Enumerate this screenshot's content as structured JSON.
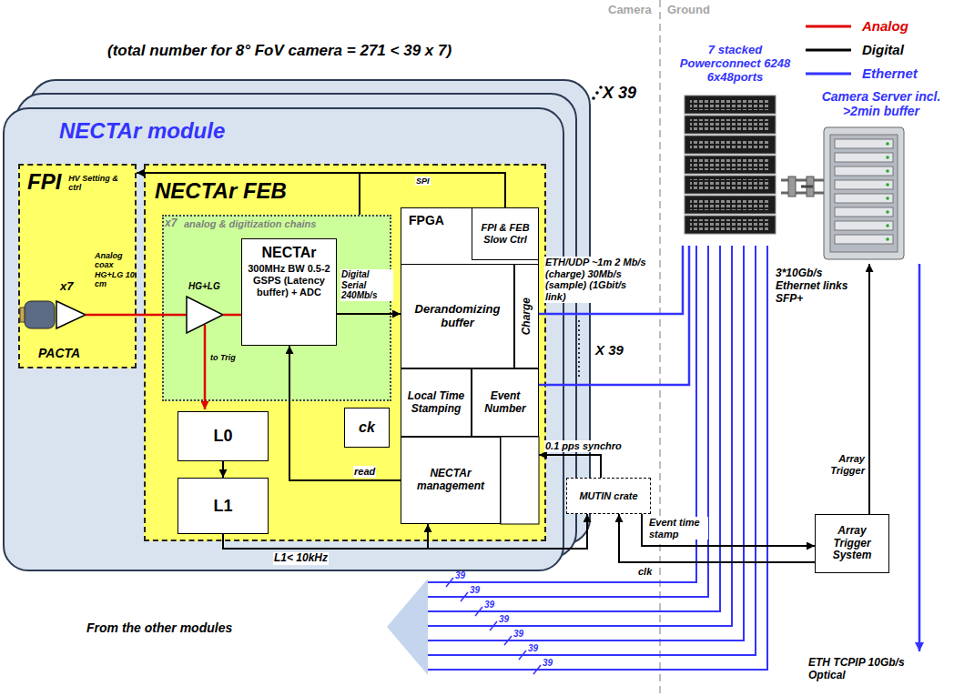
{
  "diagram": {
    "title": "(total number for 8° FoV camera = 271 < 39 x 7)",
    "nodes": [
      {
        "text": [
          "NECTAr module"
        ]
      },
      {
        "text": [
          "FPI",
          "HV Setting & ctrl"
        ],
        "in": 0
      },
      {
        "text": [
          "NECTAr FEB"
        ],
        "in": 0
      },
      {
        "text": [
          "analog & digitization chains"
        ],
        "in": 2
      },
      {
        "text": [
          "NECTAr",
          "300MHz BW 0.5-2 GSPS (Latency buffer) + ADC"
        ],
        "in": 3
      },
      {
        "text": [
          "FPGA"
        ],
        "in": 2
      },
      {
        "text": [
          "FPI & FEB Slow Ctrl"
        ],
        "in": 5
      },
      {
        "text": [
          "Derandomizing buffer"
        ],
        "in": 5
      },
      {
        "text": [
          "Charge"
        ],
        "in": 5
      },
      {
        "text": [
          "Local Time Stamping"
        ],
        "in": 5
      },
      {
        "text": [
          "Event Number"
        ],
        "in": 5
      },
      {
        "text": [
          "NECTAr management"
        ],
        "in": 5
      },
      {
        "text": [
          "ck"
        ],
        "in": 2
      },
      {
        "text": [
          "L0"
        ],
        "in": 0
      },
      {
        "text": [
          "L1"
        ],
        "in": 0
      },
      {
        "text": [
          "7 stacked Powerconnect 6248 6x48ports"
        ]
      },
      {
        "text": [
          "Camera Server incl. >2min buffer"
        ]
      },
      {
        "text": [
          "MUTIN crate"
        ]
      },
      {
        "text": [
          "Array Trigger System"
        ]
      }
    ],
    "edges": [
      {
        "from": 4,
        "to": 7,
        "arrow": "to",
        "label": "Digital Serial 240Mb/s"
      },
      {
        "from": 6,
        "to": 1,
        "arrow": "to",
        "label": "SPI"
      },
      {
        "from": 6,
        "to": 3,
        "arrow": "none"
      },
      {
        "from": 13,
        "to": 14,
        "arrow": "to"
      },
      {
        "from": 14,
        "to": 11,
        "arrow": "to",
        "label": "L1< 10kHz"
      },
      {
        "from": 14,
        "to": 17,
        "arrow": "to"
      },
      {
        "from": 11,
        "to": 4,
        "arrow": "to",
        "label": "read"
      },
      {
        "from": 5,
        "to": 15,
        "arrow": "none",
        "label": "ETH/UDP ~1m 2 Mb/s (charge) 30Mb/s (sample) (1Gbit/s link)"
      },
      {
        "from": 17,
        "to": 5,
        "arrow": "to",
        "label": "0.1 pps synchro"
      },
      {
        "from": 17,
        "to": 18,
        "arrow": "to",
        "label": "Event time stamp"
      },
      {
        "from": 18,
        "to": 17,
        "arrow": "to",
        "label": "clk"
      },
      {
        "from": 18,
        "to": 16,
        "arrow": "to",
        "label": "Array Trigger"
      },
      {
        "from": 15,
        "to": 16,
        "arrow": "none",
        "label": "3*10Gb/s Ethernet links SFP+"
      }
    ],
    "labels": [
      "X 39",
      "Camera",
      "Ground",
      "x7",
      "PACTA",
      "Analog coax HG+LG 10 cm",
      "x7",
      "HG+LG",
      "to Trig",
      "X 39",
      "From the other modules",
      "39",
      "39",
      "39",
      "39",
      "39",
      "39",
      "39",
      "ETH TCPIP 10Gb/s Optical"
    ],
    "legend": [
      {
        "text": "Analog"
      },
      {
        "text": "Digital"
      },
      {
        "text": "Ethernet"
      }
    ]
  }
}
